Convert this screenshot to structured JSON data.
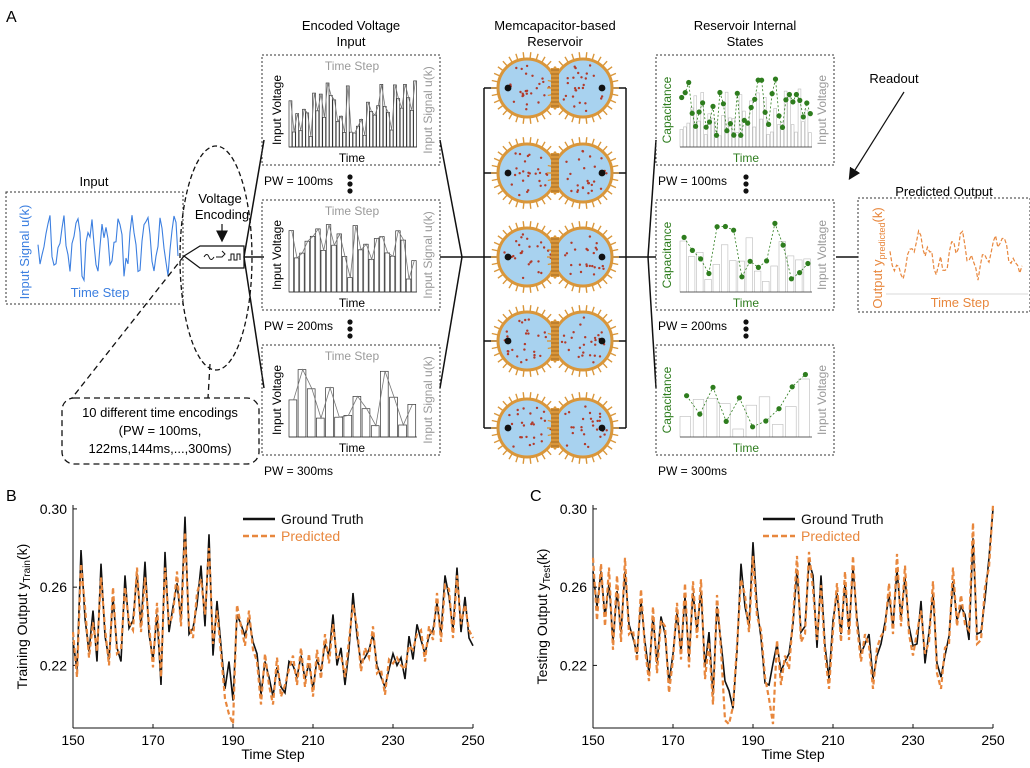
{
  "panel_a": {
    "letter": "A",
    "input_box": {
      "title": "Input",
      "ylabel": "Input Signal u(k)",
      "xlabel": "Time Step"
    },
    "encoder": {
      "label_line1": "Voltage",
      "label_line2": "Encoding"
    },
    "encodings_note": {
      "line1": "10 different time encodings",
      "line2": "(PW = 100ms,",
      "line3": "122ms,144ms,...,300ms)"
    },
    "encoded_title_line1": "Encoded Voltage",
    "encoded_title_line2": "Input",
    "encoded_panels": [
      {
        "top": "Time Step",
        "left": "Input Voltage",
        "right": "Input Signal u(k)",
        "bottom": "Time",
        "pw": "PW = 100ms"
      },
      {
        "top": "Time Step",
        "left": "Input Voltage",
        "right": "Input Signal u(k)",
        "bottom": "Time",
        "pw": "PW = 200ms"
      },
      {
        "top": "Time Step",
        "left": "Input Voltage",
        "right": "Input Signal u(k)",
        "bottom": "Time",
        "pw": "PW = 300ms"
      }
    ],
    "reservoir_title_line1": "Memcapacitor-based",
    "reservoir_title_line2": "Reservoir",
    "states_title_line1": "Reservoir Internal",
    "states_title_line2": "States",
    "state_panels": [
      {
        "left": "Capacitance",
        "right": "Input Voltage",
        "bottom": "Time",
        "pw": "PW = 100ms"
      },
      {
        "left": "Capacitance",
        "right": "Input Voltage",
        "bottom": "Time",
        "pw": "PW = 200ms"
      },
      {
        "left": "Capacitance",
        "right": "Input Voltage",
        "bottom": "Time",
        "pw": "PW = 300ms"
      }
    ],
    "readout_label": "Readout",
    "output_box": {
      "title": "Predicted Output",
      "ylabel_main": "Output y",
      "ylabel_sub": "predicted",
      "ylabel_end": "(k)",
      "xlabel": "Time Step"
    },
    "colors": {
      "input": "#3c7fe0",
      "capacitance": "#2e7d1e",
      "output": "#e8873d",
      "grey": "#9a9a9a",
      "water": "#a8d2ef",
      "lipid": "#d9963a"
    }
  },
  "chart_data": [
    {
      "panel": "B",
      "type": "line",
      "xlabel": "Time Step",
      "ylabel_main": "Training Output y",
      "ylabel_sub": "Train",
      "ylabel_end": "(k)",
      "xlim": [
        150,
        250
      ],
      "ylim": [
        0.188,
        0.302
      ],
      "xticks": [
        "150",
        "170",
        "190",
        "210",
        "230",
        "250"
      ],
      "yticks": [
        "0.22",
        "0.26",
        "0.30"
      ],
      "legend_position": "top-center",
      "series": [
        {
          "name": "Ground Truth",
          "color": "#111111",
          "style": "solid",
          "values": [
            0.232,
            0.218,
            0.279,
            0.244,
            0.227,
            0.248,
            0.222,
            0.272,
            0.235,
            0.223,
            0.255,
            0.229,
            0.222,
            0.266,
            0.239,
            0.243,
            0.267,
            0.24,
            0.273,
            0.236,
            0.223,
            0.246,
            0.21,
            0.278,
            0.237,
            0.25,
            0.262,
            0.243,
            0.296,
            0.236,
            0.239,
            0.251,
            0.271,
            0.24,
            0.287,
            0.225,
            0.253,
            0.23,
            0.208,
            0.222,
            0.202,
            0.246,
            0.241,
            0.235,
            0.244,
            0.232,
            0.226,
            0.205,
            0.222,
            0.214,
            0.204,
            0.219,
            0.209,
            0.206,
            0.222,
            0.22,
            0.214,
            0.225,
            0.213,
            0.221,
            0.208,
            0.223,
            0.217,
            0.231,
            0.225,
            0.246,
            0.22,
            0.229,
            0.21,
            0.228,
            0.257,
            0.235,
            0.221,
            0.224,
            0.228,
            0.236,
            0.22,
            0.214,
            0.209,
            0.218,
            0.226,
            0.22,
            0.224,
            0.213,
            0.235,
            0.223,
            0.241,
            0.233,
            0.226,
            0.235,
            0.238,
            0.252,
            0.236,
            0.266,
            0.255,
            0.238,
            0.27,
            0.237,
            0.255,
            0.234,
            0.23
          ]
        },
        {
          "name": "Predicted",
          "color": "#e8873d",
          "style": "dashed",
          "values": [
            0.237,
            0.214,
            0.272,
            0.25,
            0.224,
            0.242,
            0.227,
            0.265,
            0.239,
            0.22,
            0.26,
            0.226,
            0.228,
            0.26,
            0.242,
            0.238,
            0.27,
            0.237,
            0.265,
            0.241,
            0.219,
            0.252,
            0.214,
            0.27,
            0.241,
            0.246,
            0.268,
            0.24,
            0.288,
            0.24,
            0.234,
            0.257,
            0.264,
            0.246,
            0.28,
            0.231,
            0.248,
            0.226,
            0.203,
            0.195,
            0.19,
            0.251,
            0.24,
            0.23,
            0.248,
            0.228,
            0.222,
            0.2,
            0.226,
            0.21,
            0.2,
            0.224,
            0.204,
            0.21,
            0.218,
            0.225,
            0.21,
            0.229,
            0.209,
            0.226,
            0.204,
            0.228,
            0.213,
            0.236,
            0.221,
            0.241,
            0.224,
            0.225,
            0.214,
            0.233,
            0.251,
            0.24,
            0.217,
            0.229,
            0.224,
            0.24,
            0.216,
            0.218,
            0.205,
            0.223,
            0.221,
            0.224,
            0.22,
            0.218,
            0.23,
            0.228,
            0.236,
            0.238,
            0.222,
            0.24,
            0.233,
            0.257,
            0.232,
            0.261,
            0.259,
            0.234,
            0.266,
            0.241,
            0.251,
            0.238,
            0.234
          ]
        }
      ]
    },
    {
      "panel": "C",
      "type": "line",
      "xlabel": "Time Step",
      "ylabel_main": "Testing Output y",
      "ylabel_sub": "Test",
      "ylabel_end": "(k)",
      "xlim": [
        150,
        250
      ],
      "ylim": [
        0.188,
        0.302
      ],
      "xticks": [
        "150",
        "170",
        "190",
        "210",
        "230",
        "250"
      ],
      "yticks": [
        "0.22",
        "0.26",
        "0.30"
      ],
      "legend_position": "top-center",
      "series": [
        {
          "name": "Ground Truth",
          "color": "#111111",
          "style": "solid",
          "values": [
            0.268,
            0.25,
            0.268,
            0.245,
            0.262,
            0.232,
            0.258,
            0.237,
            0.268,
            0.241,
            0.234,
            0.226,
            0.253,
            0.232,
            0.216,
            0.245,
            0.221,
            0.245,
            0.236,
            0.211,
            0.226,
            0.247,
            0.227,
            0.255,
            0.224,
            0.257,
            0.238,
            0.258,
            0.219,
            0.237,
            0.205,
            0.25,
            0.232,
            0.212,
            0.207,
            0.198,
            0.227,
            0.272,
            0.25,
            0.24,
            0.283,
            0.25,
            0.234,
            0.211,
            0.21,
            0.221,
            0.231,
            0.217,
            0.222,
            0.226,
            0.241,
            0.269,
            0.237,
            0.24,
            0.273,
            0.266,
            0.229,
            0.266,
            0.23,
            0.213,
            0.243,
            0.257,
            0.236,
            0.262,
            0.238,
            0.27,
            0.244,
            0.226,
            0.231,
            0.236,
            0.213,
            0.225,
            0.231,
            0.242,
            0.256,
            0.24,
            0.269,
            0.244,
            0.265,
            0.24,
            0.23,
            0.231,
            0.253,
            0.221,
            0.237,
            0.257,
            0.221,
            0.214,
            0.225,
            0.235,
            0.263,
            0.243,
            0.25,
            0.246,
            0.233,
            0.285,
            0.236,
            0.237,
            0.254,
            0.275,
            0.3
          ]
        },
        {
          "name": "Predicted",
          "color": "#e8873d",
          "style": "dashed",
          "values": [
            0.275,
            0.243,
            0.272,
            0.24,
            0.27,
            0.228,
            0.266,
            0.232,
            0.275,
            0.236,
            0.238,
            0.222,
            0.259,
            0.228,
            0.212,
            0.25,
            0.216,
            0.243,
            0.24,
            0.206,
            0.223,
            0.252,
            0.223,
            0.262,
            0.219,
            0.263,
            0.234,
            0.264,
            0.213,
            0.232,
            0.2,
            0.256,
            0.228,
            0.192,
            0.19,
            0.199,
            0.23,
            0.264,
            0.256,
            0.237,
            0.276,
            0.245,
            0.238,
            0.214,
            0.203,
            0.19,
            0.233,
            0.21,
            0.225,
            0.218,
            0.244,
            0.276,
            0.232,
            0.236,
            0.278,
            0.259,
            0.233,
            0.261,
            0.226,
            0.208,
            0.238,
            0.262,
            0.232,
            0.268,
            0.233,
            0.276,
            0.24,
            0.222,
            0.236,
            0.23,
            0.208,
            0.229,
            0.235,
            0.238,
            0.262,
            0.236,
            0.277,
            0.24,
            0.271,
            0.236,
            0.225,
            0.237,
            0.248,
            0.226,
            0.232,
            0.263,
            0.216,
            0.208,
            0.229,
            0.231,
            0.27,
            0.24,
            0.256,
            0.241,
            0.238,
            0.293,
            0.231,
            0.233,
            0.26,
            0.27,
            0.302
          ]
        }
      ]
    }
  ]
}
